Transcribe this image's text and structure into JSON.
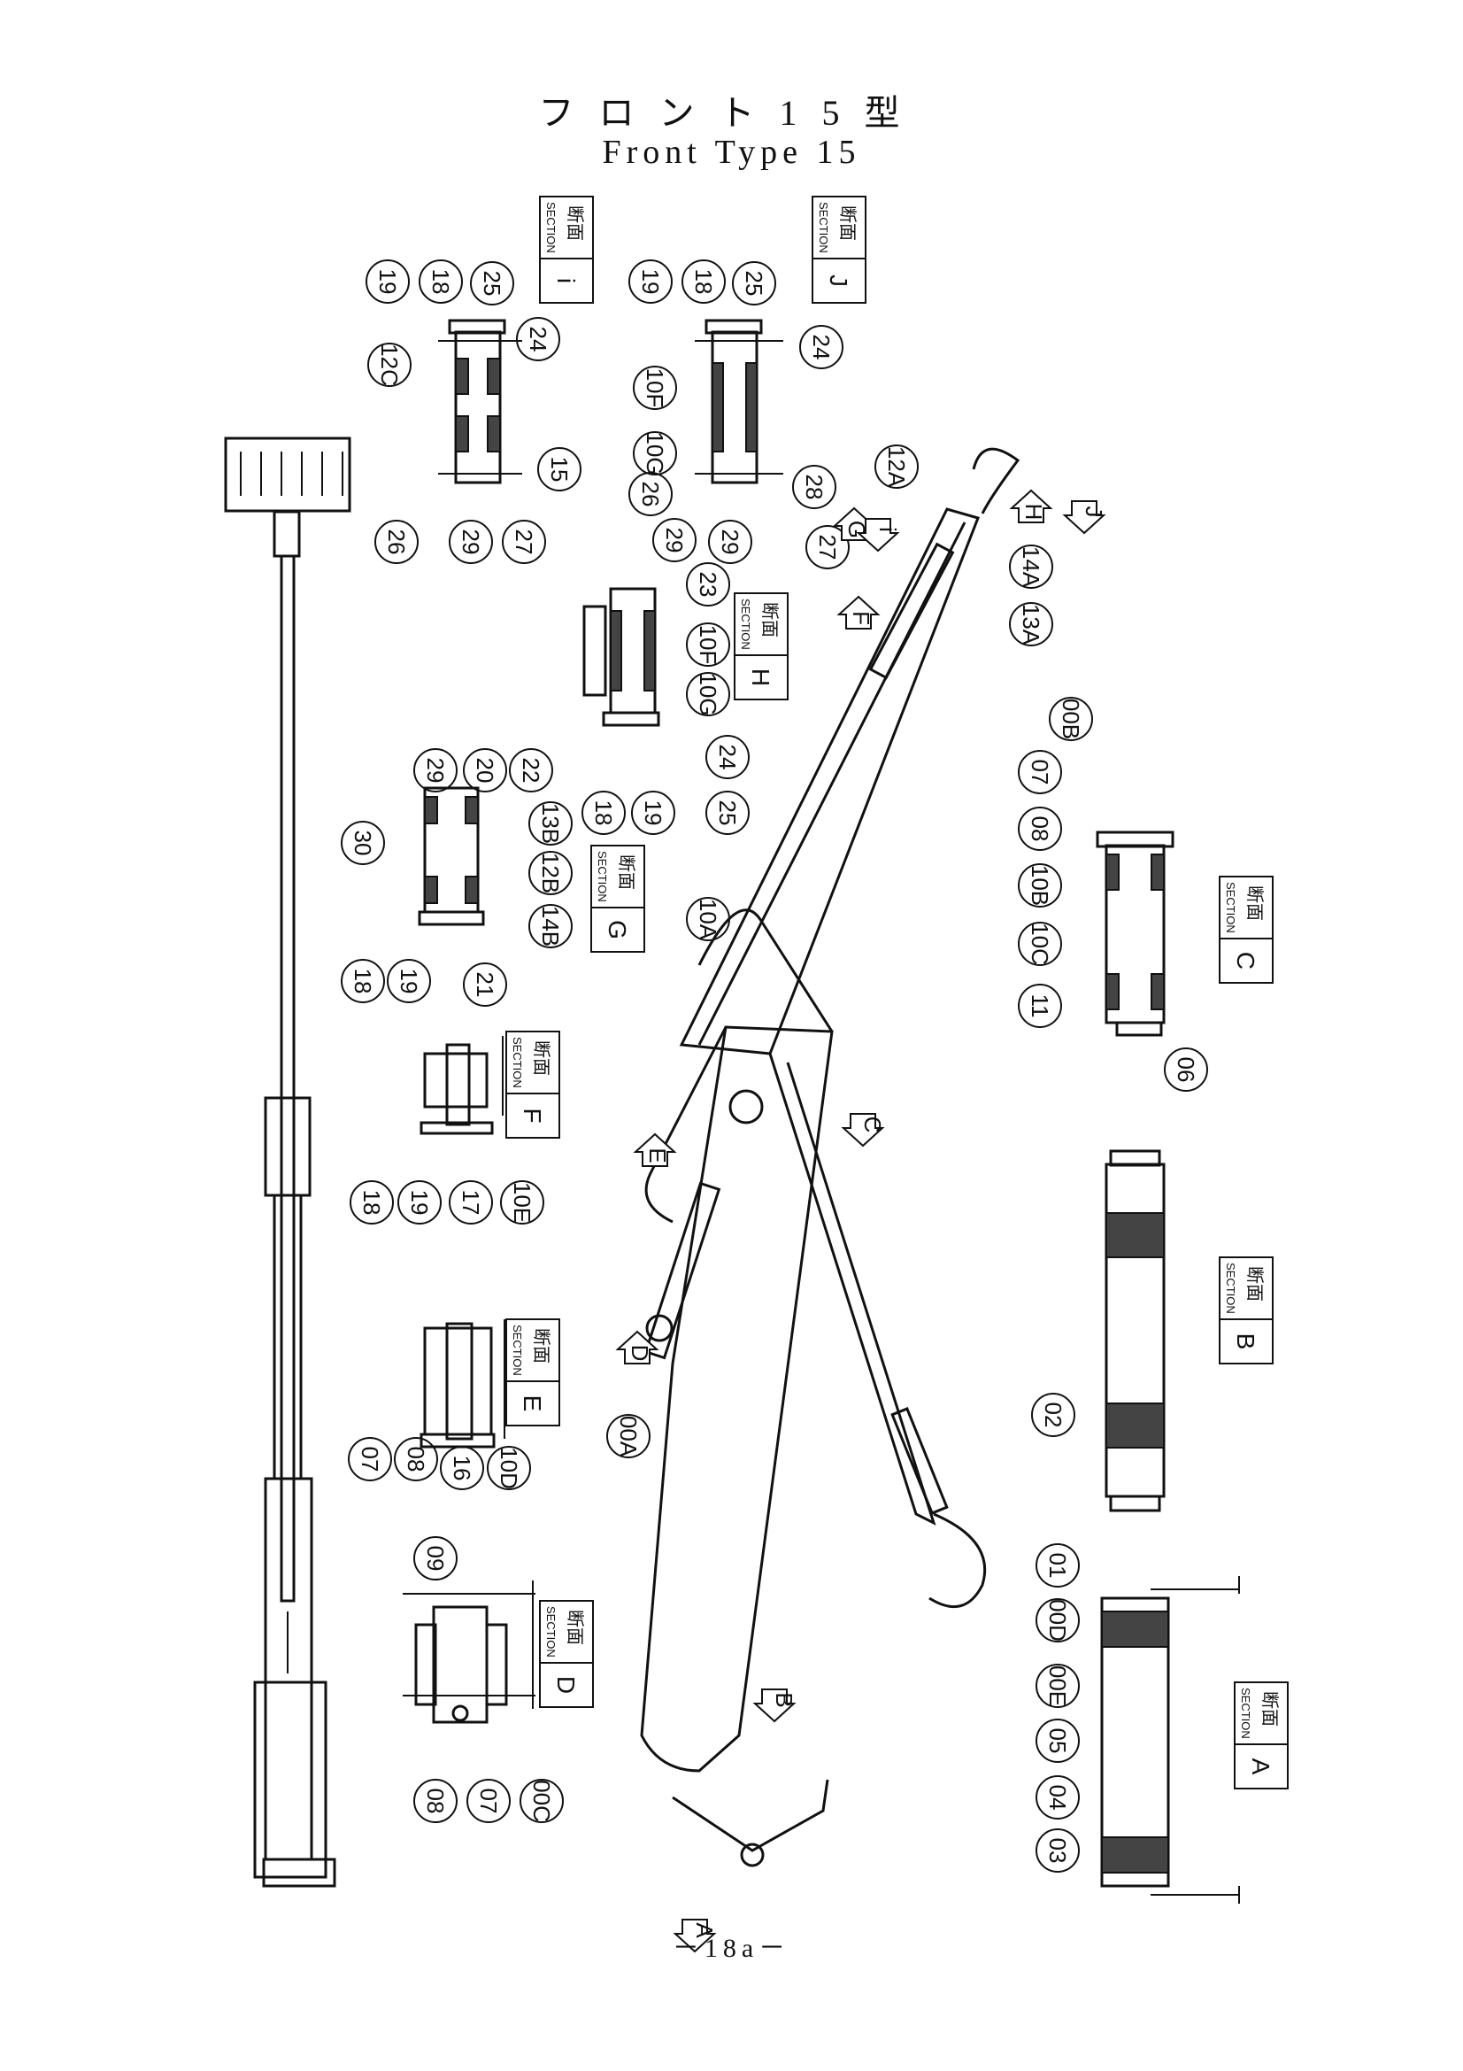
{
  "title": {
    "jp": "フロント15型",
    "en": "Front Type 15"
  },
  "footer": "－18a－",
  "section_kanji": "断面",
  "section_word": "SECTION",
  "sections": [
    {
      "letter": "i",
      "parts": [
        "19",
        "18",
        "25",
        "24",
        "12C",
        "15",
        "26",
        "29",
        "27"
      ]
    },
    {
      "letter": "J",
      "parts": [
        "19",
        "18",
        "25",
        "24",
        "10F",
        "10G",
        "26",
        "29",
        "27",
        "28"
      ]
    },
    {
      "letter": "H",
      "parts": [
        "29",
        "23",
        "10F",
        "10G",
        "24",
        "25",
        "19",
        "18"
      ]
    },
    {
      "letter": "G",
      "parts": [
        "29",
        "20",
        "22",
        "13B",
        "12B",
        "14B",
        "30",
        "18",
        "19",
        "21"
      ]
    },
    {
      "letter": "F",
      "parts": [
        "18",
        "19",
        "17",
        "10E"
      ]
    },
    {
      "letter": "E",
      "parts": [
        "07",
        "08",
        "16",
        "10D"
      ]
    },
    {
      "letter": "D",
      "parts": [
        "09",
        "08",
        "07",
        "00C"
      ]
    },
    {
      "letter": "C",
      "parts": [
        "00B",
        "07",
        "08",
        "10B",
        "10C",
        "11",
        "06"
      ]
    },
    {
      "letter": "B",
      "parts": [
        "02"
      ]
    },
    {
      "letter": "A",
      "parts": [
        "01",
        "00D",
        "00E",
        "05",
        "04",
        "03"
      ]
    }
  ],
  "machine_labels": [
    "12A",
    "14A",
    "13A",
    "10A",
    "00A"
  ],
  "view_arrows": [
    "G",
    "i",
    "H",
    "J",
    "F",
    "E",
    "C",
    "D",
    "B",
    "A"
  ]
}
